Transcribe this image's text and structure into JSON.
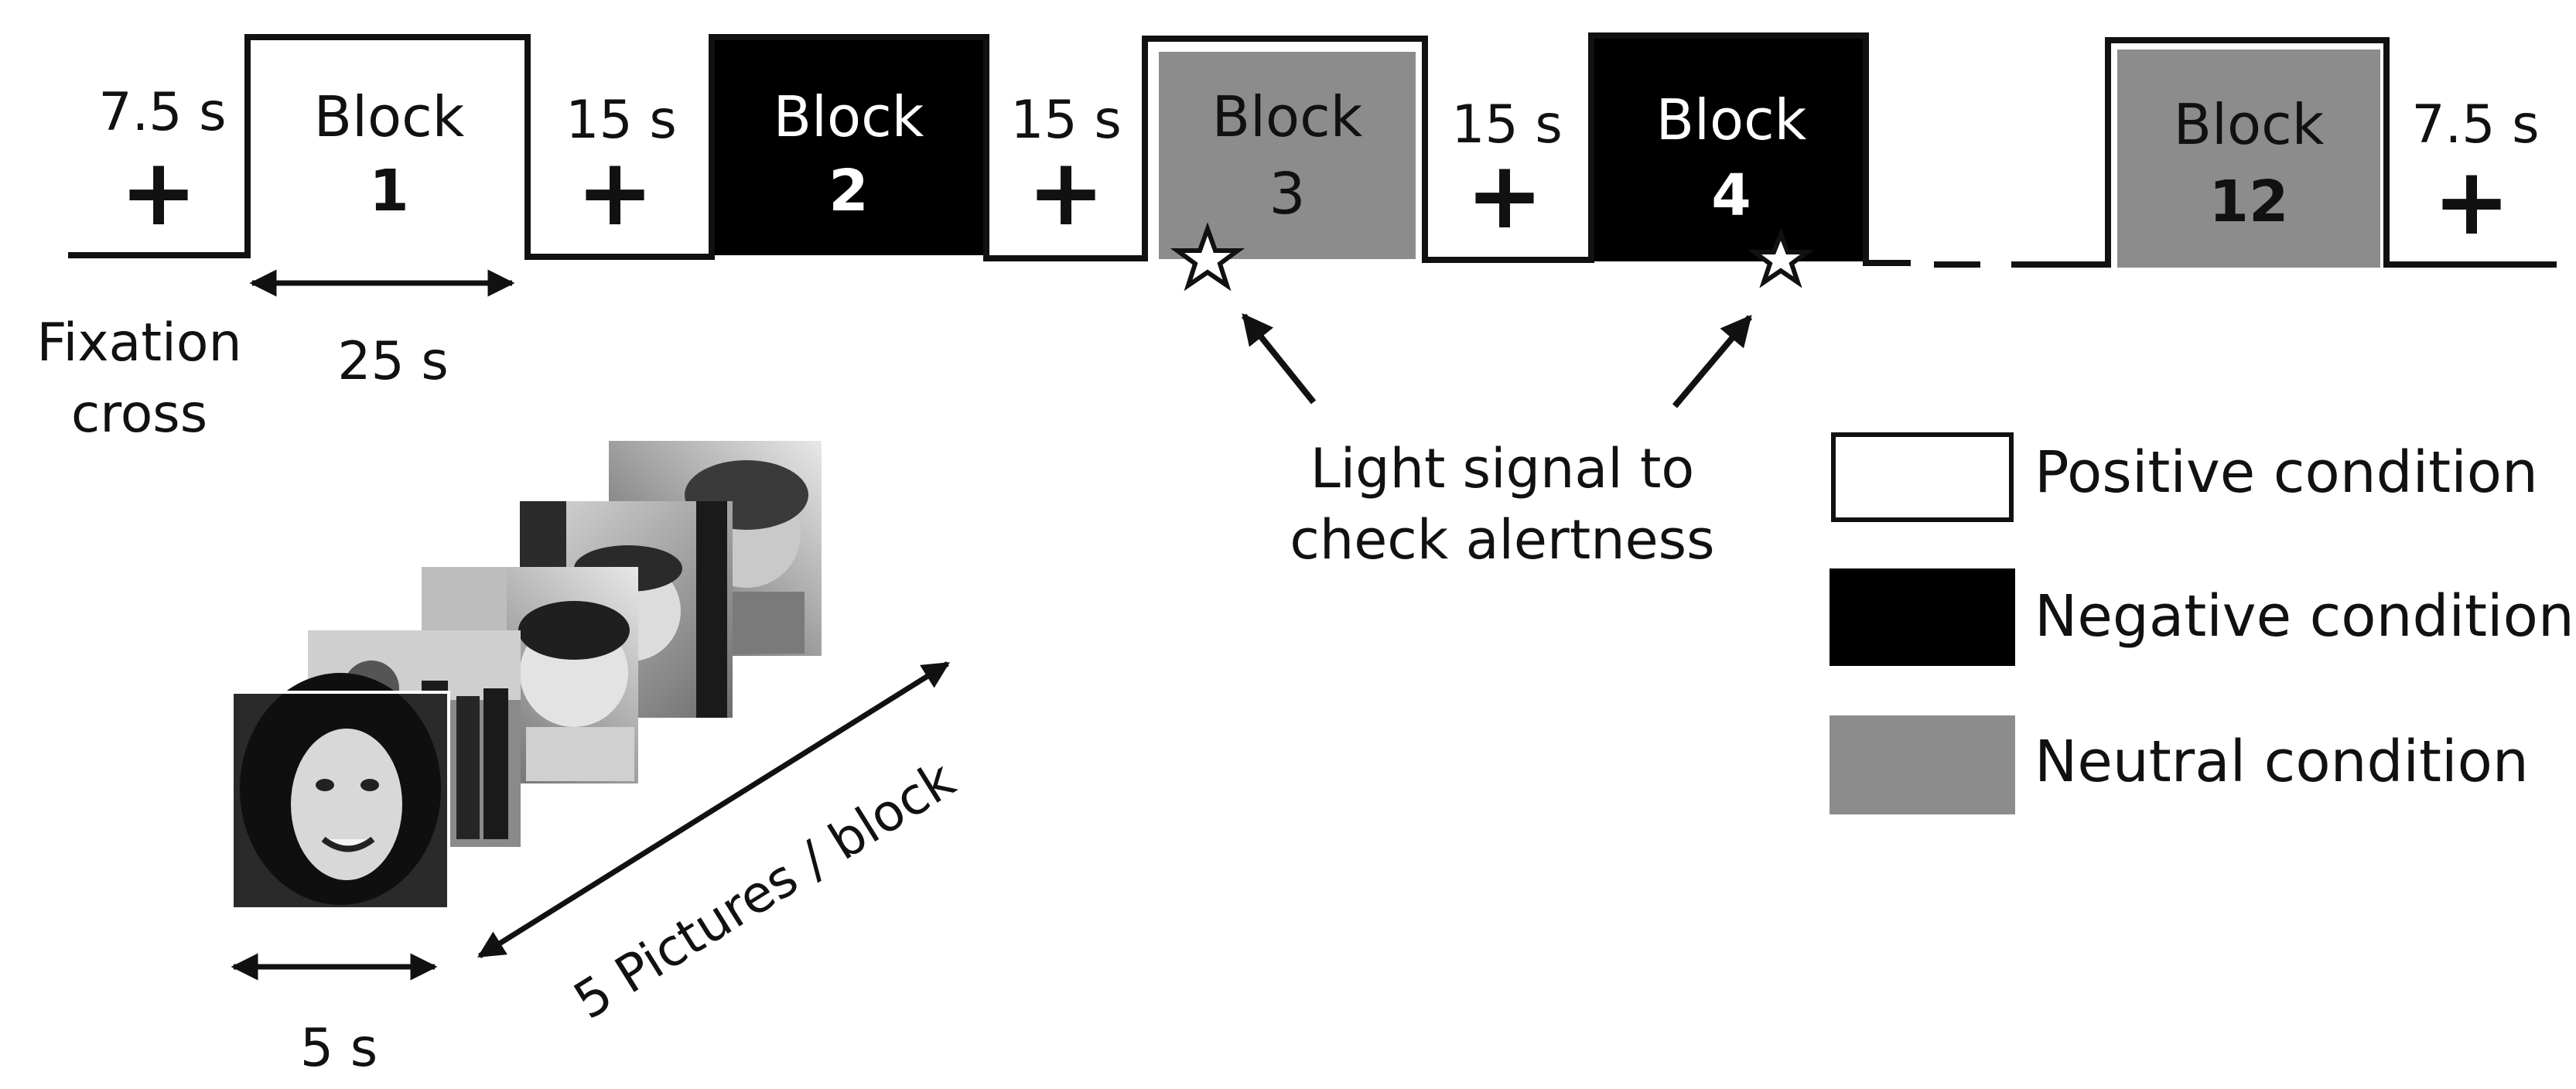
{
  "fixation_cross_symbol": "+",
  "durations": {
    "start": "7.5 s",
    "gap1": "15 s",
    "gap2": "15 s",
    "gap3": "15 s",
    "end": "7.5 s",
    "block": "25 s",
    "picture": "5 s"
  },
  "blocks": [
    {
      "title": "Block",
      "number": "1",
      "condition": "positive"
    },
    {
      "title": "Block",
      "number": "2",
      "condition": "negative"
    },
    {
      "title": "Block",
      "number": "3",
      "condition": "neutral"
    },
    {
      "title": "Block",
      "number": "4",
      "condition": "negative"
    },
    {
      "title": "Block",
      "number": "12",
      "condition": "neutral"
    }
  ],
  "labels": {
    "fixation_line1": "Fixation",
    "fixation_line2": "cross",
    "light_line1": "Light signal to",
    "light_line2": "check alertness",
    "pictures_per_block": "5 Pictures / block"
  },
  "legend": [
    {
      "label": "Positive condition",
      "color": "#ffffff"
    },
    {
      "label": "Negative condition",
      "color": "#000000"
    },
    {
      "label": "Neutral condition",
      "color": "#8c8c8c"
    }
  ],
  "colors": {
    "positive": "#ffffff",
    "negative": "#000000",
    "neutral": "#8c8c8c",
    "line": "#111111"
  }
}
